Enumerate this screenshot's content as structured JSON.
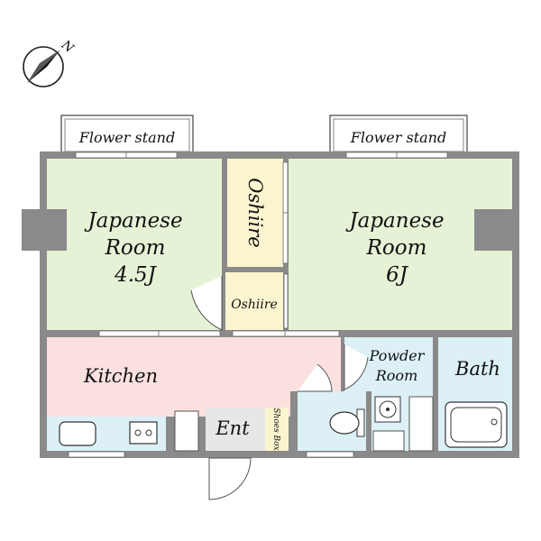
{
  "compass": {
    "north_label": "N"
  },
  "flower_stands": [
    {
      "label": "Flower stand"
    },
    {
      "label": "Flower stand"
    }
  ],
  "rooms": {
    "japanese_room_left": {
      "line1": "Japanese",
      "line2": "Room",
      "line3": "4.5J"
    },
    "japanese_room_right": {
      "line1": "Japanese",
      "line2": "Room",
      "line3": "6J"
    },
    "oshiire_upper": {
      "label": "Oshiire"
    },
    "oshiire_lower": {
      "label": "Oshiire"
    },
    "kitchen": {
      "label": "Kitchen"
    },
    "powder_room": {
      "line1": "Powder",
      "line2": "Room"
    },
    "bath": {
      "label": "Bath"
    },
    "entrance": {
      "label": "Ent"
    },
    "shoes_box": {
      "label": "Shoes Box"
    }
  },
  "colors": {
    "tatami": "#e6f2d6",
    "kitchen": "#fbe0e0",
    "oshiire": "#faf5cf",
    "wet_area": "#dcf0f6",
    "entrance": "#e7e7e7",
    "wall": "#8a8a8a"
  }
}
